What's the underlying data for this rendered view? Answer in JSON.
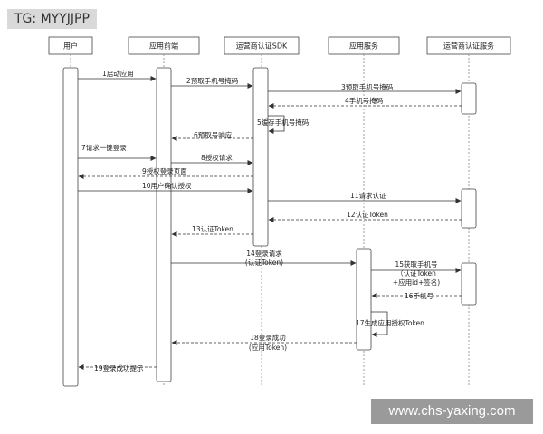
{
  "watermark": {
    "top_left": "TG: MYYJJPP",
    "bottom_right": "www.chs-yaxing.com"
  },
  "participants": [
    "用户",
    "应用前端",
    "运营商认证SDK",
    "应用服务",
    "运营商认证服务"
  ],
  "messages": [
    {
      "n": "1",
      "text": "1启动应用"
    },
    {
      "n": "2",
      "text": "2预取手机号掩码"
    },
    {
      "n": "3",
      "text": "3预取手机号掩码"
    },
    {
      "n": "4",
      "text": "4手机号掩码"
    },
    {
      "n": "5",
      "text": "5缓存手机号掩码"
    },
    {
      "n": "6",
      "text": "6预取号响应"
    },
    {
      "n": "7",
      "text": "7请求一键登录"
    },
    {
      "n": "8",
      "text": "8授权请求"
    },
    {
      "n": "9",
      "text": "9授权登录页面"
    },
    {
      "n": "10",
      "text": "10用户确认授权"
    },
    {
      "n": "11",
      "text": "11请求认证"
    },
    {
      "n": "12",
      "text": "12认证Token"
    },
    {
      "n": "13",
      "text": "13认证Token"
    },
    {
      "n": "14",
      "text": "14登录请求",
      "text2": "(认证Token)"
    },
    {
      "n": "15",
      "text": "15获取手机号",
      "text2": "（认证Token",
      "text3": "+应用id+签名)"
    },
    {
      "n": "16",
      "text": "16手机号"
    },
    {
      "n": "17",
      "text": "17生成应用授权Token"
    },
    {
      "n": "18",
      "text": "18登录成功",
      "text2": "(应用Token)"
    },
    {
      "n": "19",
      "text": "19登录成功提示"
    }
  ]
}
